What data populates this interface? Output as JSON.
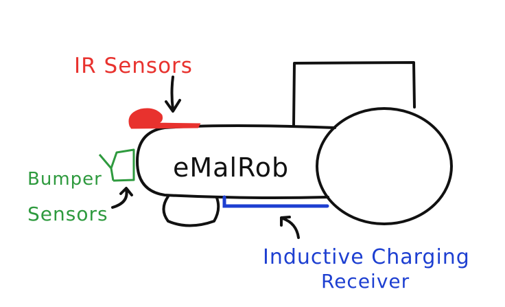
{
  "labels": {
    "ir_sensors": "IR Sensors",
    "robot_name": "eMalRob",
    "bumper_line1": "Bumper",
    "bumper_line2": "Sensors",
    "charging_line1": "Inductive Charging",
    "charging_line2": "Receiver"
  },
  "colors": {
    "ir": "#e8322e",
    "bumper": "#2e9a3e",
    "charging": "#1d3fd1",
    "outline": "#111111"
  }
}
